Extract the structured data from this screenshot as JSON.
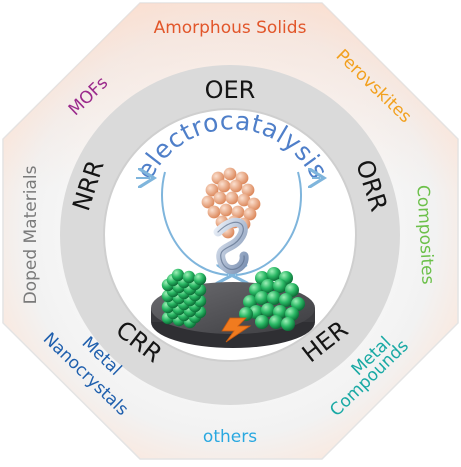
{
  "center": {
    "title": "electrocatalysis"
  },
  "reactions": {
    "top": "OER",
    "right": "ORR",
    "bottom_right": "HER",
    "bottom_left": "CRR",
    "left": "NRR"
  },
  "materials": {
    "top": "Amorphous Solids",
    "top_right": "Perovskites",
    "right": "Composites",
    "bottom_right_line1": "Metal",
    "bottom_right_line2": "Compounds",
    "bottom": "others",
    "bottom_left_line1": "Metal",
    "bottom_left_line2": "Nanocrystals",
    "left": "Doped Materials",
    "top_left": "MOFs"
  },
  "colors": {
    "amorphous": "#e2562a",
    "perovskites": "#f2a01e",
    "composites": "#6cc04a",
    "metal_compounds": "#19a9a4",
    "others": "#29a8e0",
    "nanocrystals": "#1f5fad",
    "doped": "#7a7a7a",
    "mofs": "#9b2a8c",
    "electrocatalysis": "#4f7fc9",
    "ring_text": "#151515"
  }
}
